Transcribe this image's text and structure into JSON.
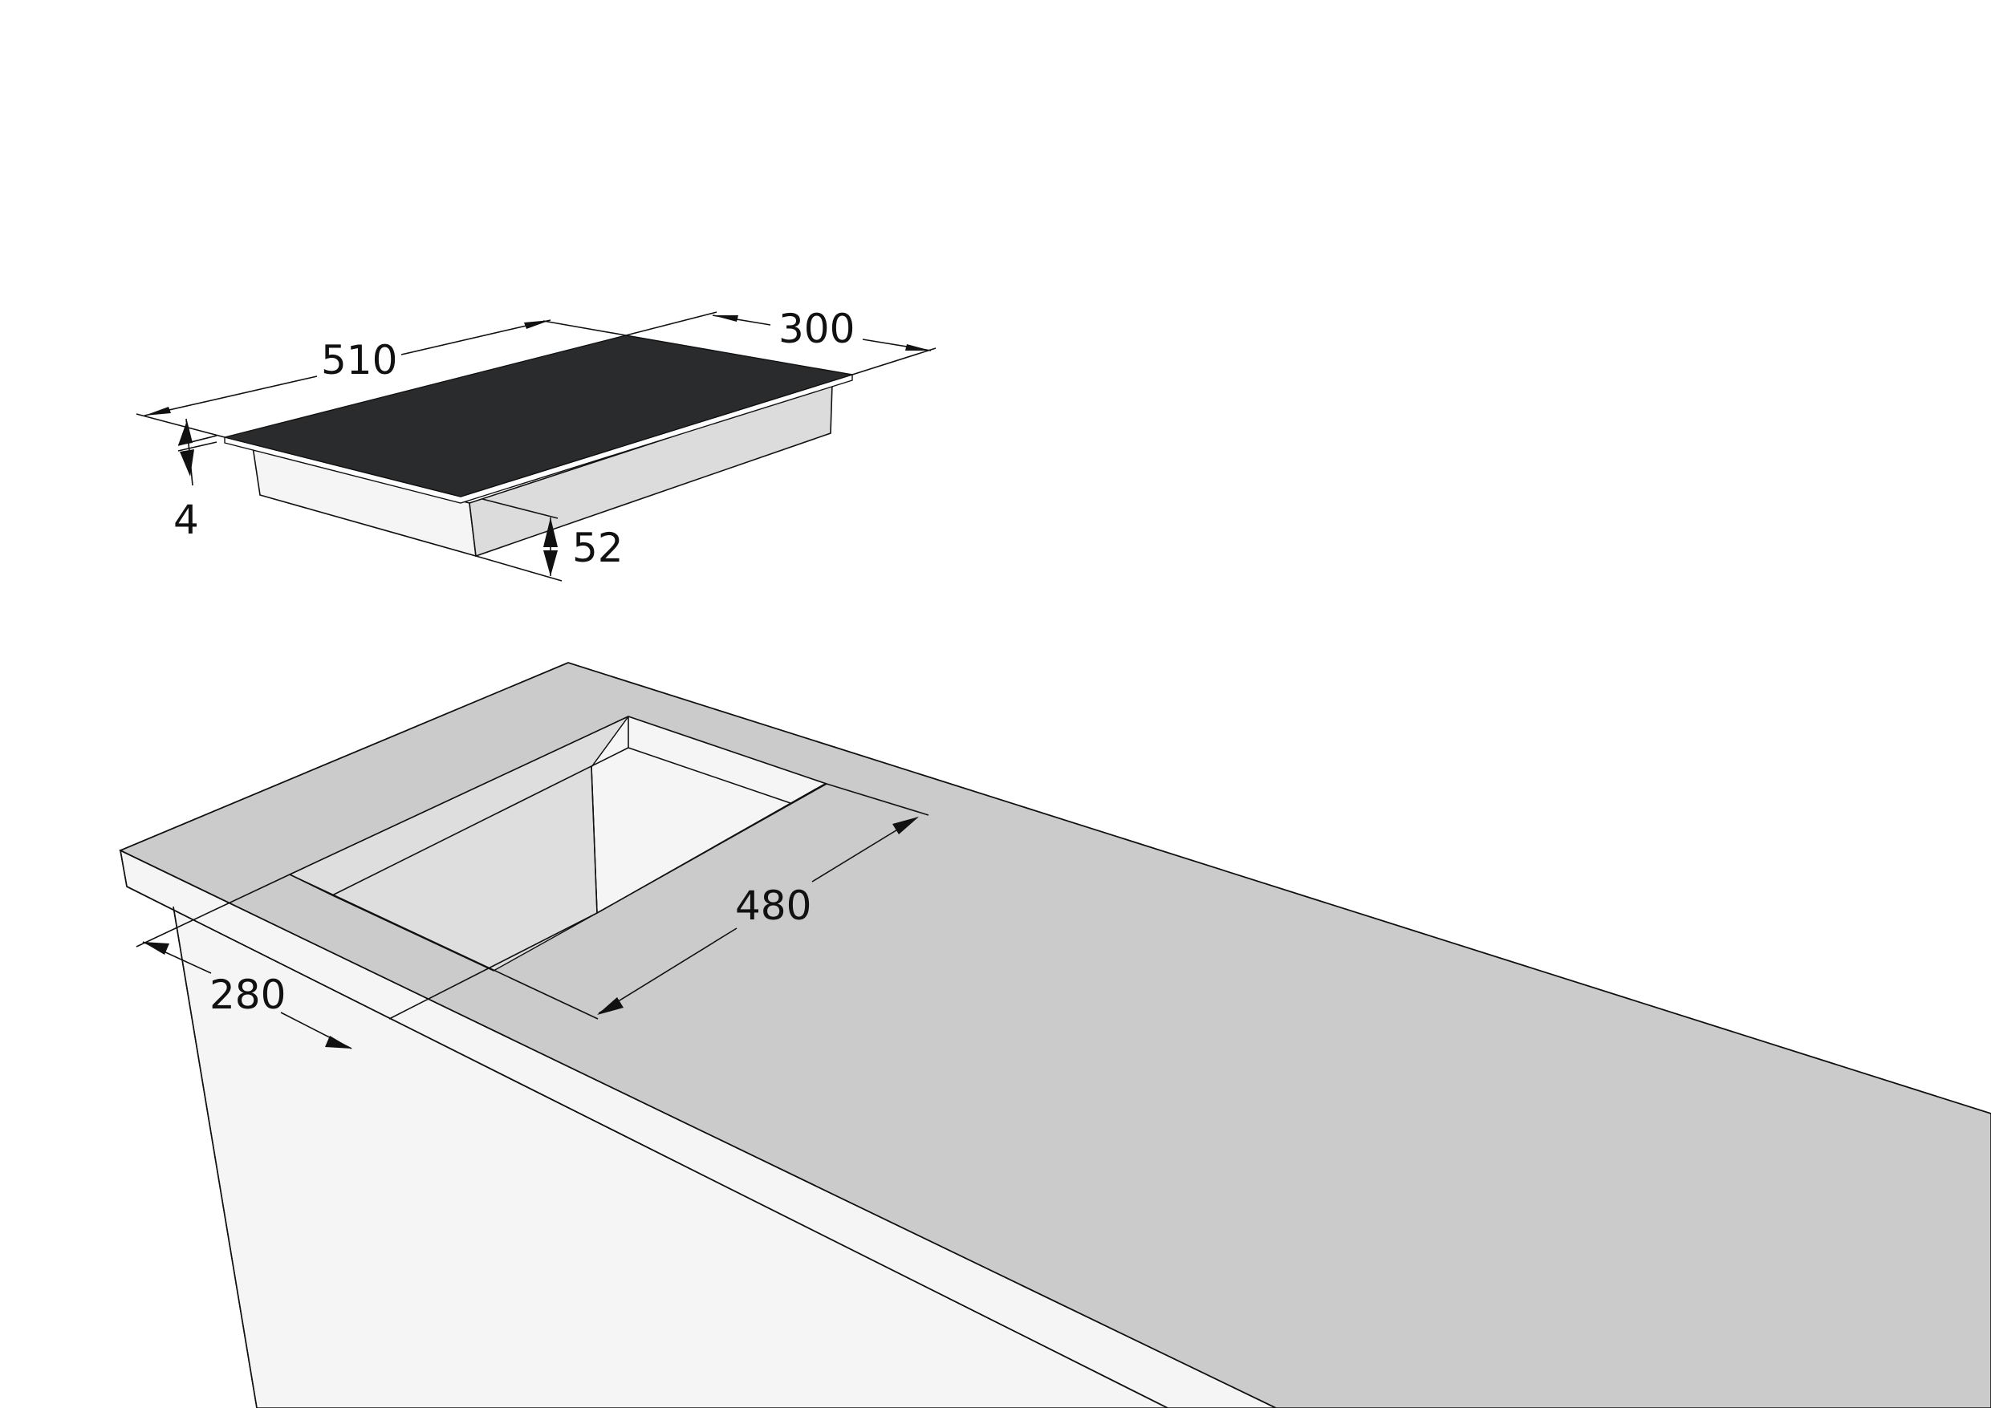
{
  "colors": {
    "hob_glass": "#2a2b2d",
    "hob_body_light": "#f5f5f5",
    "hob_body_mid": "#dcdcdc",
    "countertop": "#cbcbcb",
    "cabinet": "#f5f5f5",
    "cutout_wall": "#dedede",
    "line": "#111111"
  },
  "hob": {
    "dimensions": {
      "width": "510",
      "depth": "300",
      "glass_thickness": "4",
      "body_height": "52"
    }
  },
  "cutout": {
    "dimensions": {
      "length": "480",
      "width": "280"
    }
  }
}
